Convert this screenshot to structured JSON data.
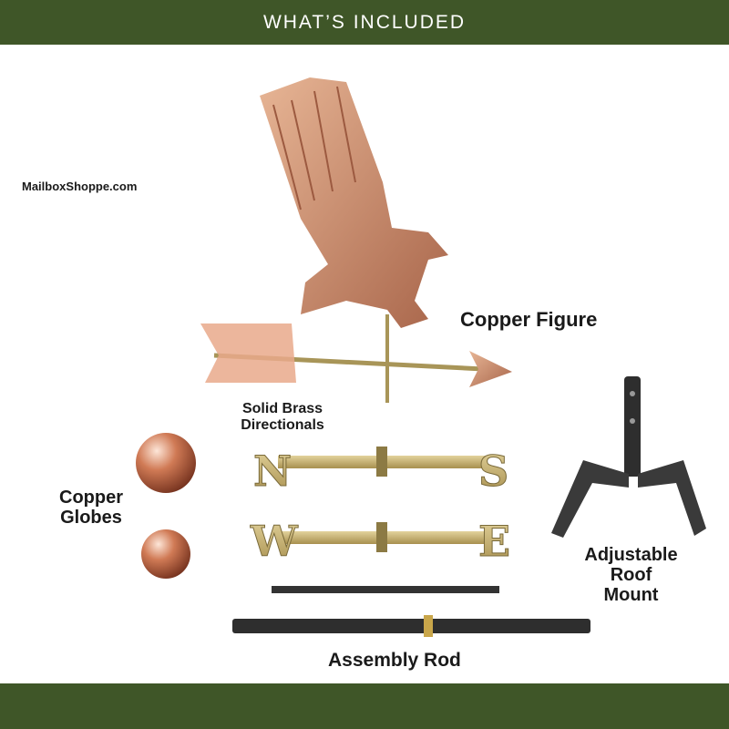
{
  "header": {
    "title": "WHAT’S INCLUDED"
  },
  "watermark": "MailboxShoppe.com",
  "labels": {
    "copper_figure": "Copper Figure",
    "brass_directionals": [
      "Solid Brass",
      "Directionals"
    ],
    "copper_globes": [
      "Copper",
      "Globes"
    ],
    "roof_mount": [
      "Adjustable",
      "Roof",
      "Mount"
    ],
    "assembly_rod": "Assembly Rod"
  },
  "directionals": {
    "row1": [
      "N",
      "S"
    ],
    "row2": [
      "W",
      "E"
    ]
  },
  "colors": {
    "band": "#3f5628",
    "copper": "#c98a68",
    "brass": "#c9b57a",
    "rod": "#2e2e2e"
  }
}
